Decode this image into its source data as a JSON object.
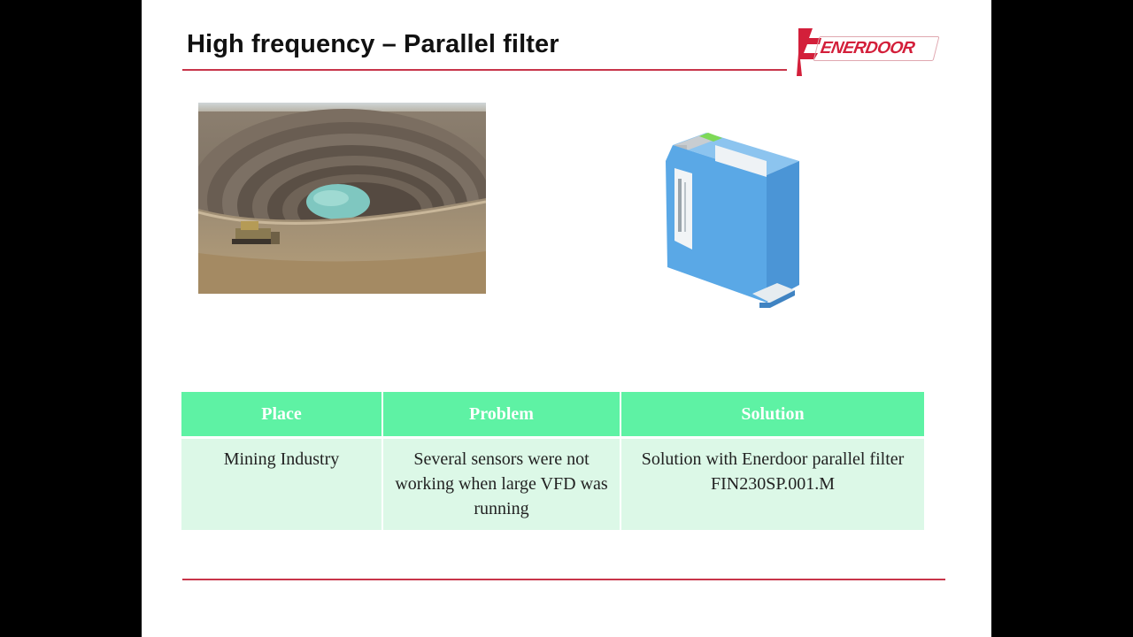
{
  "slide": {
    "title": "High frequency – Parallel filter",
    "logo_text": "ENERDOOR"
  },
  "colors": {
    "accent_red": "#c8354a",
    "header_green": "#5ef2a4",
    "cell_green": "#dcf8e7",
    "device_blue": "#5aa8e6"
  },
  "images": {
    "mine_photo": "open-pit-mine-photo",
    "device_photo": "enerdoor-filter-device"
  },
  "table": {
    "headers": [
      "Place",
      "Problem",
      "Solution"
    ],
    "rows": [
      [
        "Mining Industry",
        "Several sensors were not working when large VFD was running",
        "Solution with Enerdoor parallel filter FIN230SP.001.M"
      ]
    ]
  }
}
